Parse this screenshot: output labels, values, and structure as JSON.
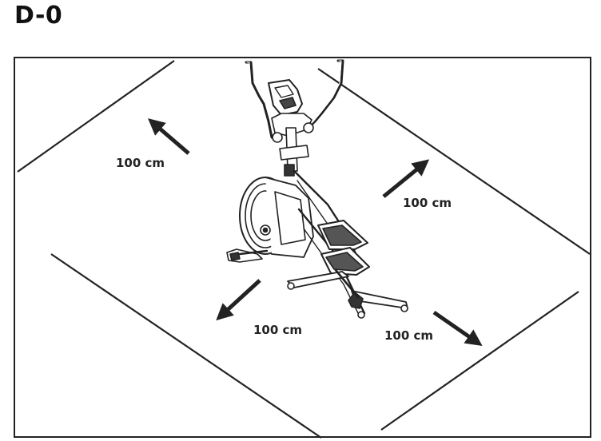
{
  "figure": {
    "label": "D-0"
  },
  "clearances": {
    "front_left": "100 cm",
    "back_right": "100 cm",
    "left": "100 cm",
    "right": "100 cm"
  },
  "colors": {
    "line": "#222222",
    "arrow": "#222222",
    "background": "#ffffff"
  },
  "icons": {
    "machine": "elliptical-trainer-illustration",
    "arrows": "direction-arrow"
  }
}
